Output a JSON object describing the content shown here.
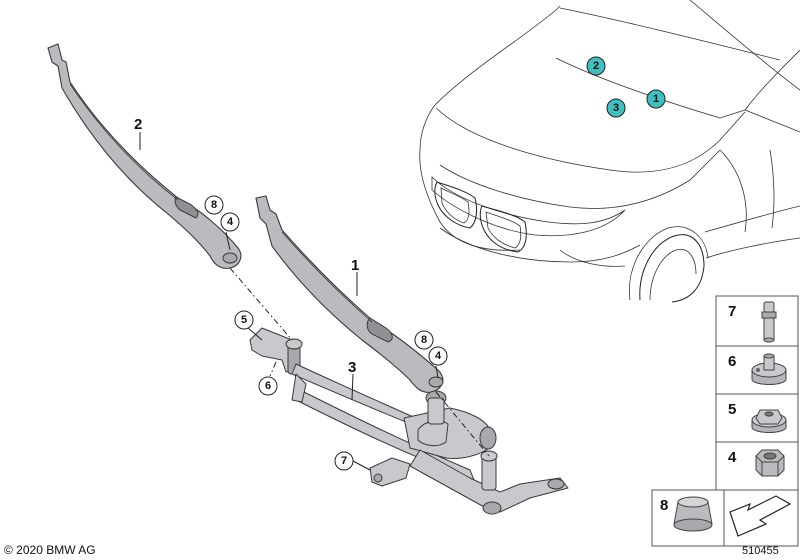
{
  "callouts": {
    "arm_left": "2",
    "arm_right": "1",
    "linkage": "3",
    "nut_left": "4",
    "cap_left": "8",
    "nut_right": "4",
    "cap_right": "8",
    "bracket_part": "5",
    "bracket_sub": "6",
    "bolt_part": "7",
    "car_2": "2",
    "car_3": "3",
    "car_1": "1"
  },
  "legend": {
    "items": [
      {
        "number": "7",
        "icon": "stud-bolt-icon"
      },
      {
        "number": "6",
        "icon": "flange-nut-icon"
      },
      {
        "number": "5",
        "icon": "hex-collar-nut-icon"
      },
      {
        "number": "4",
        "icon": "hex-nut-icon"
      },
      {
        "number": "8",
        "icon": "cover-cap-icon"
      }
    ],
    "kit_icon": "kit-arrow-icon"
  },
  "colors": {
    "car_marker": "#3fbfbf",
    "part_grey": "#b9bbbe"
  },
  "footer": {
    "copyright": "© 2020 BMW AG",
    "diagram_number": "510455"
  }
}
